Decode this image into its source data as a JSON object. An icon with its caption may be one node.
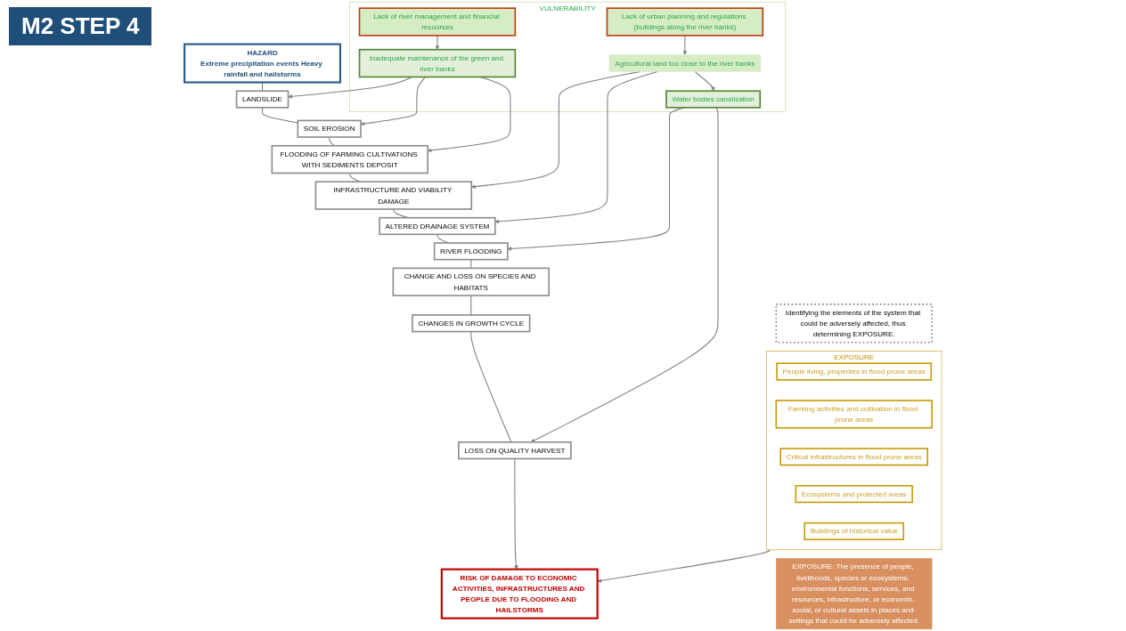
{
  "diagram": {
    "title": "M2 STEP 4",
    "nodes": [
      {
        "text": [
          "Identifying the elements of the system that could be adversely affected, thus determining EXPOSURE."
        ]
      },
      {
        "text": [
          "EXPOSURE"
        ]
      },
      {
        "text": [
          "People living, properties in flood prone areas"
        ],
        "in": 1
      },
      {
        "text": [
          "Farming activities and cultivation in flood prone areas"
        ],
        "in": 1
      },
      {
        "text": [
          "Critical infrastructures in flood prone areas"
        ],
        "in": 1
      },
      {
        "text": [
          "Ecosystems and protected areas"
        ],
        "in": 1
      },
      {
        "text": [
          "Buildings of hIstorical value"
        ],
        "in": 1
      },
      {
        "text": [
          "EXPOSURE: The presence of people, livelihoods, species or ecosystems, environmental functions, services, and resources, infrastructure, or economic, social, or cultural assets in places and settings that could be adversely affected."
        ]
      },
      {
        "text": [
          "HAZARD",
          "Extreme precipitation events Heavy rainfall and hailstorms"
        ]
      },
      {
        "text": [
          "LANDSLIDE"
        ]
      },
      {
        "text": [
          "SOIL EROSION"
        ]
      },
      {
        "text": [
          "FLOODING OF FARMING CULTIVATIONS WITH SEDIMENTS DEPOSIT"
        ]
      },
      {
        "text": [
          "INFRASTRUCTURE AND VIABILITY DAMAGE"
        ]
      },
      {
        "text": [
          "ALTERED DRAINAGE SYSTEM"
        ]
      },
      {
        "text": [
          "RIVER FLOODING"
        ]
      },
      {
        "text": [
          "CHANGE AND LOSS ON SPECIES AND HABITATS"
        ]
      },
      {
        "text": [
          "CHANGES IN GROWTH CYCLE"
        ]
      },
      {
        "text": [
          "LOSS ON QUALITY HARVEST"
        ]
      },
      {
        "text": [
          "RISK OF DAMAGE TO ECONOMIC ACTIVITIES, INFRASTRUCTURES AND PEOPLE DUE TO FLOODING AND HAILSTORMS"
        ]
      },
      {
        "text": [
          "VULNERABILITY"
        ]
      },
      {
        "text": [
          "Inadequate maintenance of the green and river banks"
        ],
        "in": 19
      },
      {
        "text": [
          "Lack of river management and financial resourses"
        ],
        "in": 19
      },
      {
        "text": [
          "Agricultural land too close to the river banks"
        ],
        "in": 19
      },
      {
        "text": [
          "Lack of urban planning and regulations (buildings along the river banks)"
        ],
        "in": 19
      },
      {
        "text": [
          "Water bodies canalization"
        ],
        "in": 19
      }
    ],
    "edges": [
      {
        "from": 8,
        "to": 9,
        "arrow": "none"
      },
      {
        "from": 9,
        "to": 10,
        "arrow": "none"
      },
      {
        "from": 10,
        "to": 11,
        "arrow": "none"
      },
      {
        "from": 11,
        "to": 12,
        "arrow": "none"
      },
      {
        "from": 12,
        "to": 13,
        "arrow": "none"
      },
      {
        "from": 13,
        "to": 14,
        "arrow": "none"
      },
      {
        "from": 14,
        "to": 15,
        "arrow": "none"
      },
      {
        "from": 15,
        "to": 16,
        "arrow": "none"
      },
      {
        "from": 16,
        "to": 17,
        "arrow": "none"
      },
      {
        "from": 17,
        "to": 18,
        "arrow": "to"
      },
      {
        "from": 1,
        "to": 18,
        "arrow": "to"
      },
      {
        "from": 21,
        "to": 20,
        "arrow": "to"
      },
      {
        "from": 20,
        "to": 9,
        "arrow": "to"
      },
      {
        "from": 20,
        "to": 10,
        "arrow": "to"
      },
      {
        "from": 20,
        "to": 11,
        "arrow": "to"
      },
      {
        "from": 23,
        "to": 22,
        "arrow": "to"
      },
      {
        "from": 22,
        "to": 13,
        "arrow": "to"
      },
      {
        "from": 22,
        "to": 12,
        "arrow": "to"
      },
      {
        "from": 22,
        "to": 24,
        "arrow": "to"
      },
      {
        "from": 24,
        "to": 14,
        "arrow": "to"
      },
      {
        "from": 24,
        "to": 17,
        "arrow": "to"
      }
    ]
  }
}
